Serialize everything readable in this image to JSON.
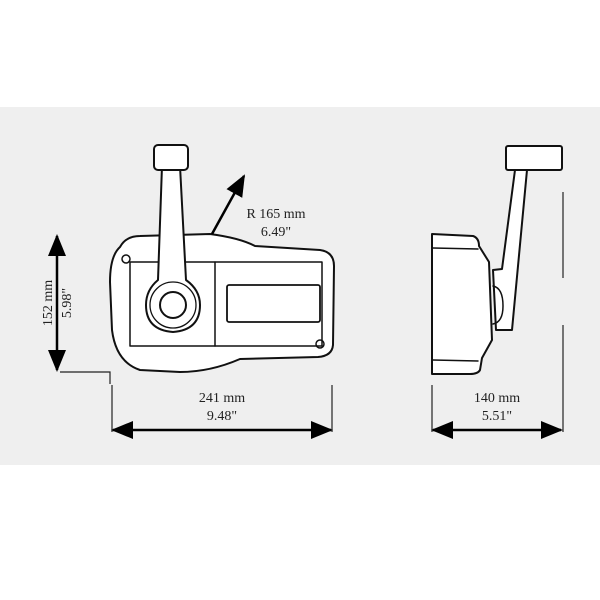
{
  "colors": {
    "background_band": "#efefef",
    "line": "#111111"
  },
  "front_view": {
    "radius_label": "R 165 mm",
    "radius_label_in": "6.49\"",
    "height_label": "152 mm",
    "height_label_in": "5.98\"",
    "width_label": "241 mm",
    "width_label_in": "9.48\""
  },
  "side_view": {
    "depth_label": "140 mm",
    "depth_label_in": "5.51\""
  }
}
